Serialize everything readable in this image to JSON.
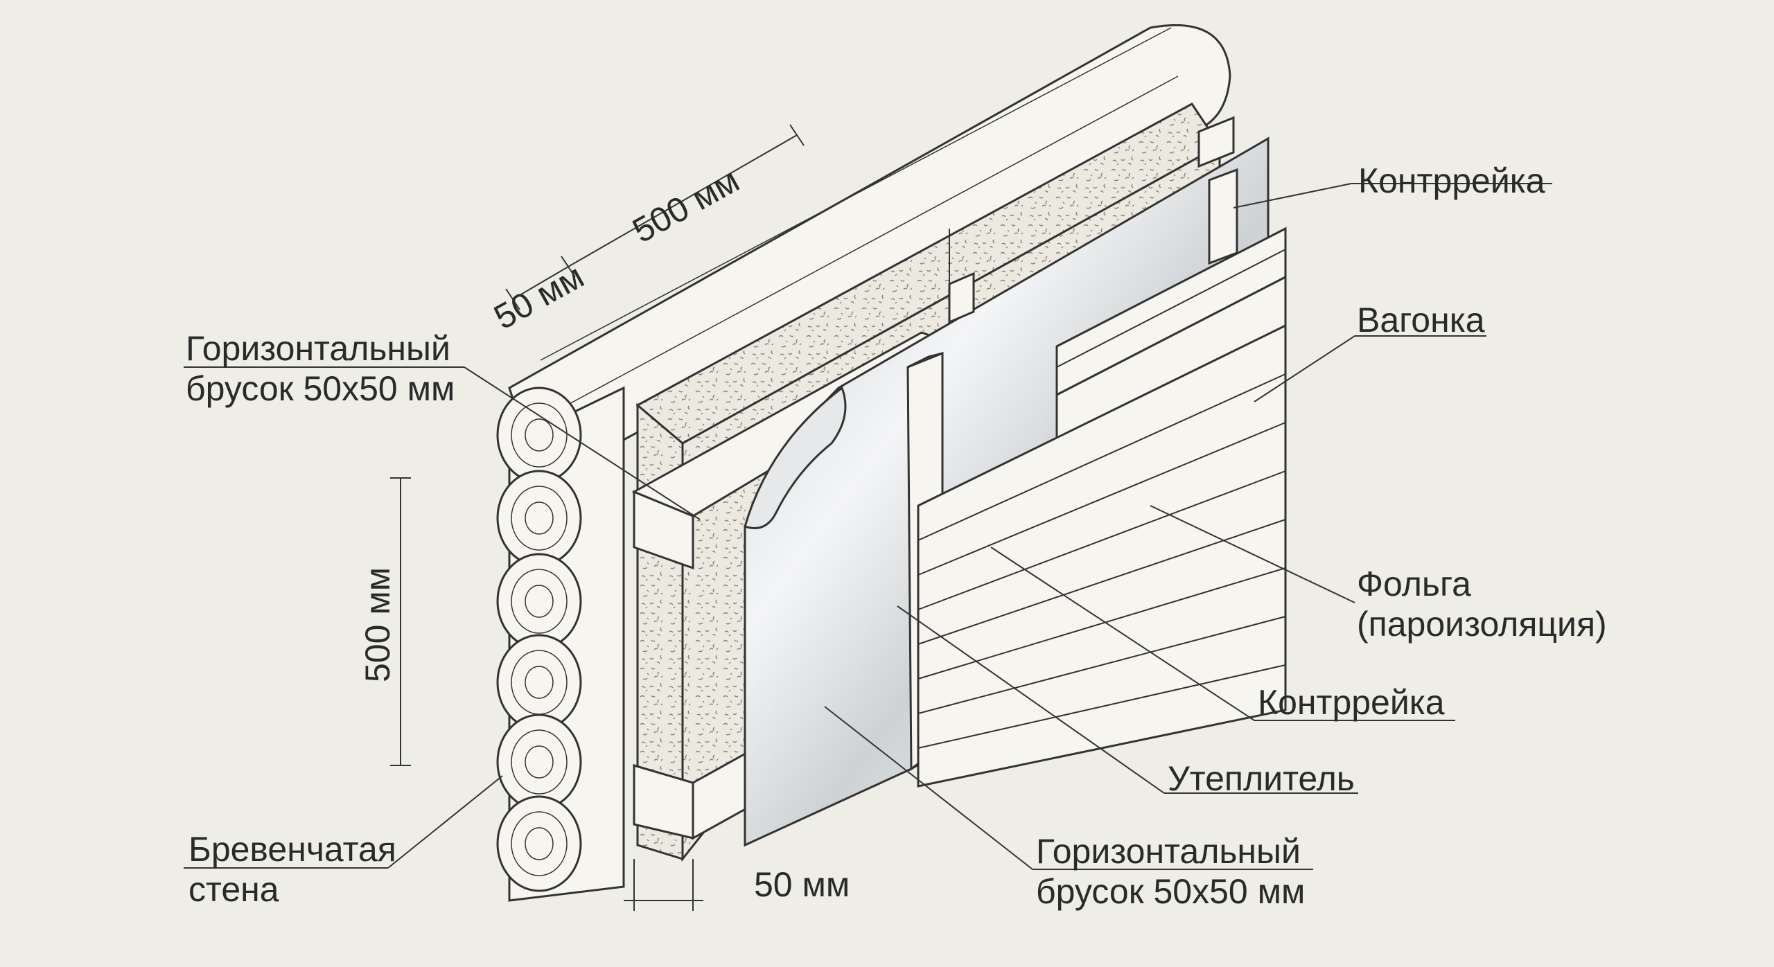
{
  "colors": {
    "background": "#eeede6",
    "line": "#333333",
    "wood": "#f7f5ef",
    "insulation": "#ebe8de",
    "foil": "#d9dcdf"
  },
  "labels": {
    "kontrreika_top": "Контррейка",
    "vagonka": "Вагонка",
    "folga_line1": "Фольга",
    "folga_line2": "(пароизоляция)",
    "kontrreika_bottom": "Контррейка",
    "uteplitel": "Утеплитель",
    "brusok_right_line1": "Горизонтальный",
    "brusok_right_line2": "брусок 50x50 мм",
    "brusok_left_line1": "Горизонтальный",
    "brusok_left_line2": "брусок 50x50 мм",
    "wall_line1": "Бревенчатая",
    "wall_line2": "стена"
  },
  "dimensions": {
    "top_spacing": "500 мм",
    "top_thickness": "50 мм",
    "vertical_spacing": "500 мм",
    "bottom_thickness": "50 мм"
  }
}
